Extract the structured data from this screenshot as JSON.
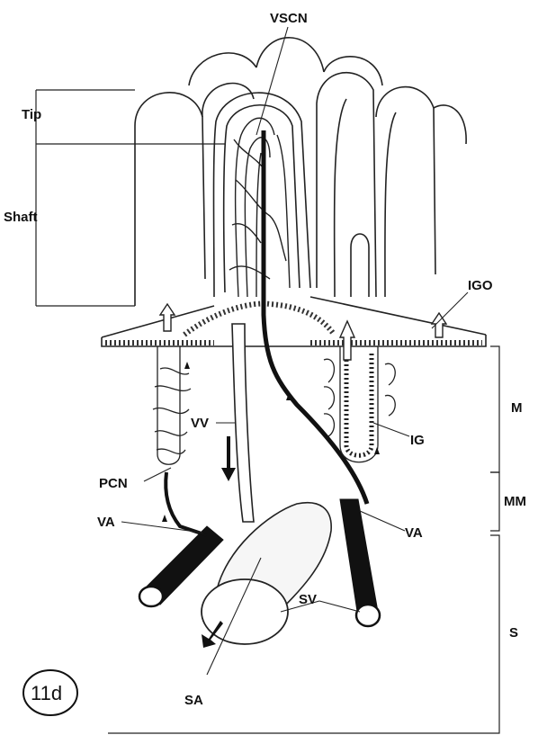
{
  "figure": {
    "number": "11d",
    "labels": {
      "tip": "Tip",
      "shaft": "Shaft",
      "vscn": "VSCN",
      "igo": "IGO",
      "m": "M",
      "mm": "MM",
      "s": "S",
      "vv": "VV",
      "ig": "IG",
      "pcn": "PCN",
      "va_left": "VA",
      "va_right": "VA",
      "sv": "SV",
      "sa": "SA"
    }
  }
}
